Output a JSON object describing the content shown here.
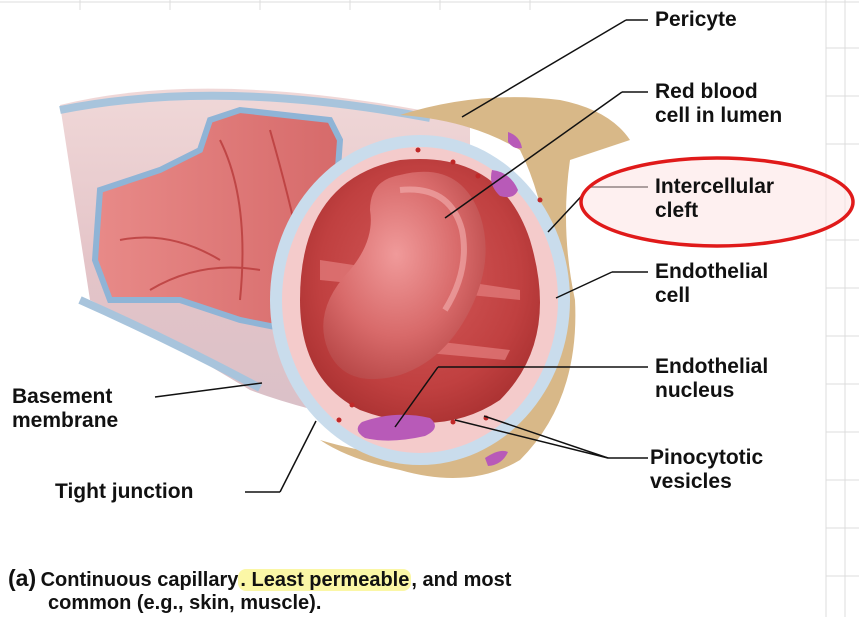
{
  "labels": {
    "pericyte": "Pericyte",
    "red_blood_cell": "Red blood\ncell in lumen",
    "intercellular_cleft": "Intercellular\ncleft",
    "endothelial_cell": "Endothelial\ncell",
    "endothelial_nucleus": "Endothelial\nnucleus",
    "basement_membrane": "Basement\nmembrane",
    "pinocytotic_vesicles": "Pinocytotic\nvesicles",
    "tight_junction": "Tight junction"
  },
  "caption": {
    "letter": "(a)",
    "title_part": "Continuous capillary",
    "highlight": ". Least permeable",
    "rest": ", and most",
    "line2": "common (e.g., skin, muscle)."
  },
  "colors": {
    "highlight_ellipse": "#e01a1a",
    "highlight_fill": "#fde3e3",
    "text_highlight": "#fbf7a6"
  }
}
